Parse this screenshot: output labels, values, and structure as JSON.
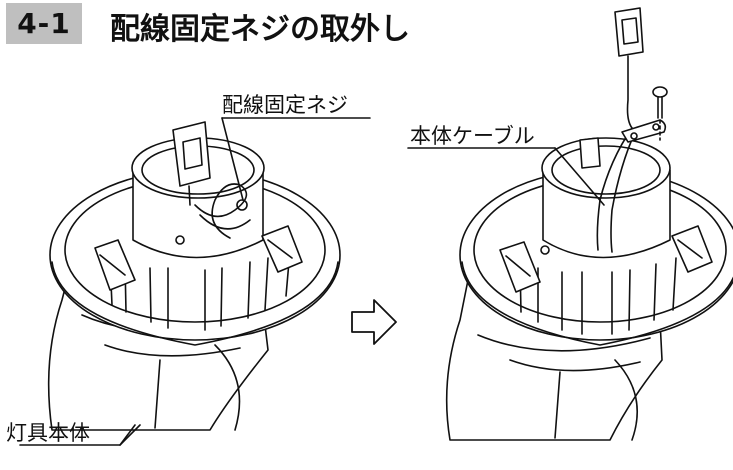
{
  "section": {
    "number": "4-1",
    "title": "配線固定ネジの取外し"
  },
  "labels": {
    "wiring_screw": "配線固定ネジ",
    "main_cable": "本体ケーブル",
    "lamp_body": "灯具本体"
  }
}
